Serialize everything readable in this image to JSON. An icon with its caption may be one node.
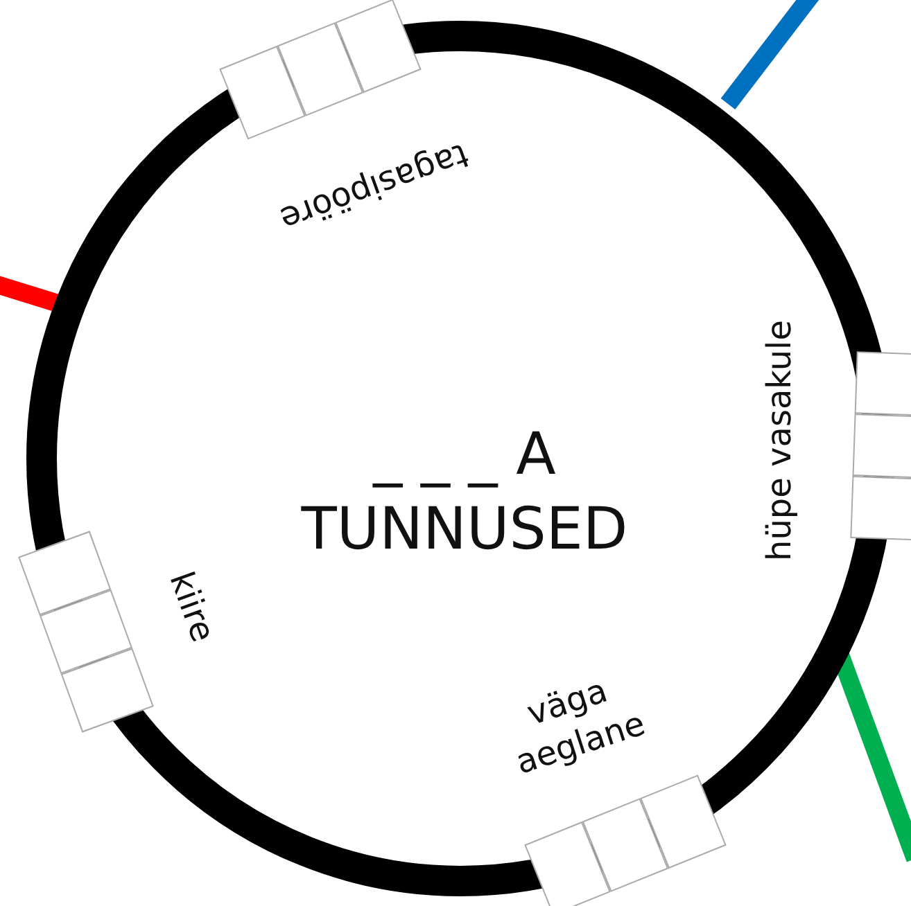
{
  "diagram": {
    "title": "_ _ _ A TUNNUSED",
    "labels": [
      "tagasipööre",
      "hüpe vasakule",
      "kiire",
      "väga aeglane"
    ]
  }
}
